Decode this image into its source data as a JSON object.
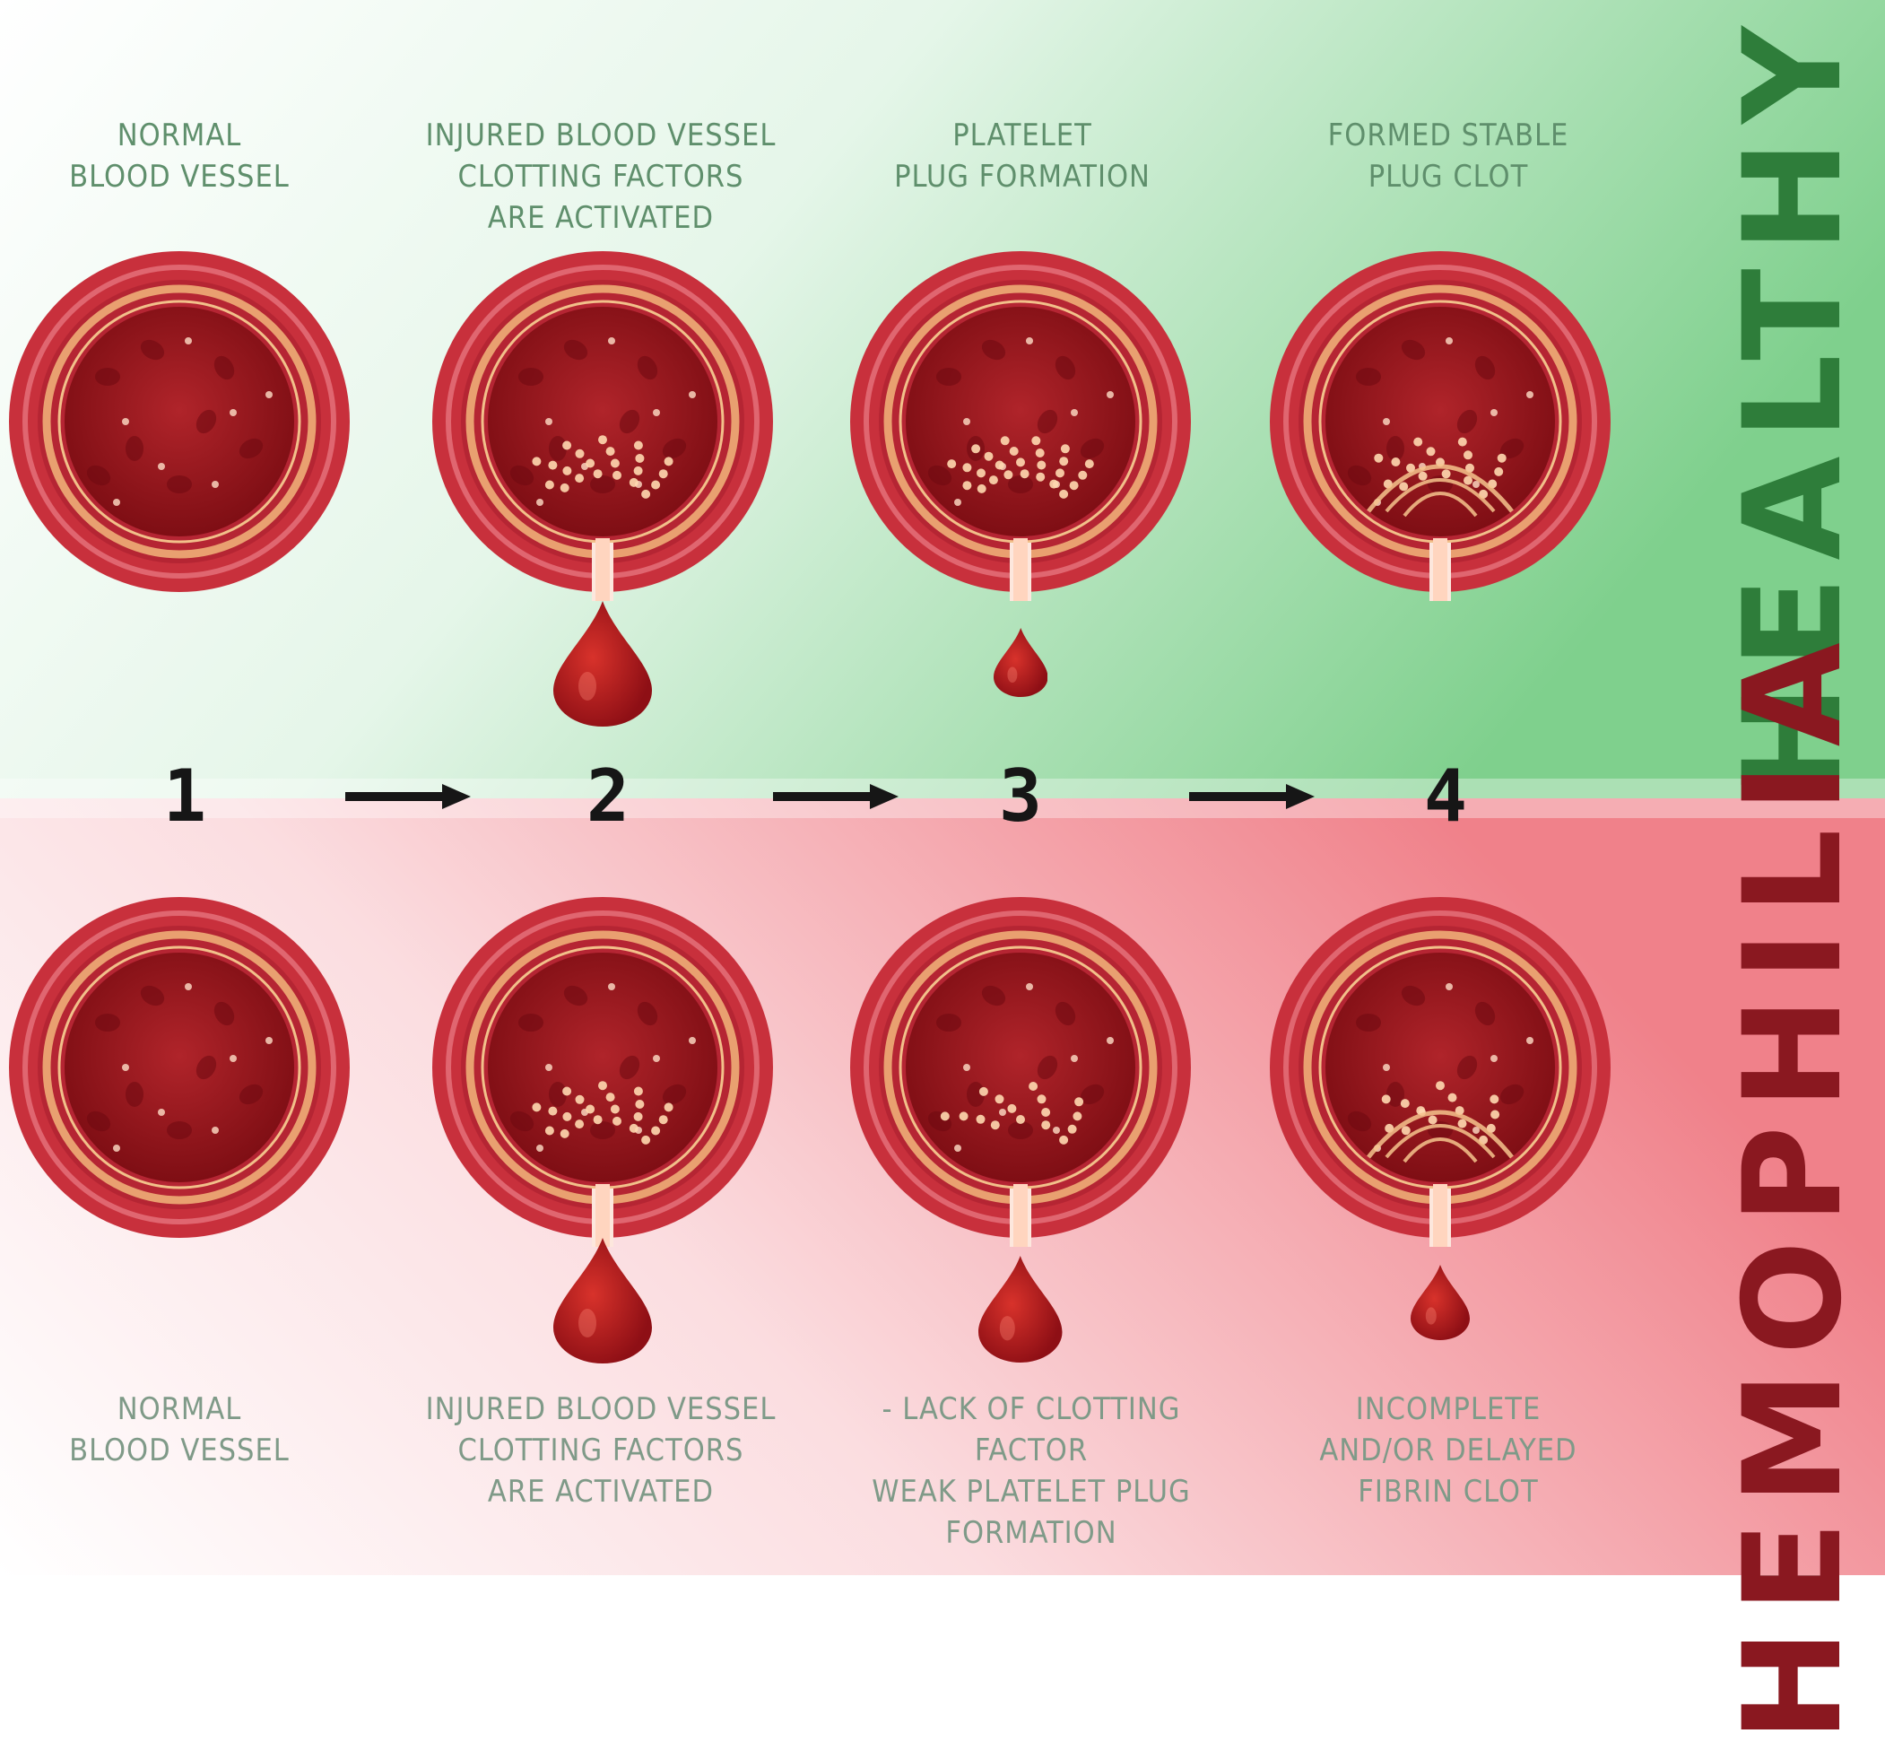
{
  "rows": {
    "healthy": {
      "title": "HEALTHY",
      "title_color": "#2e7d3a",
      "background_color": "#7fd08d",
      "labels": [
        "NORMAL\nBLOOD VESSEL",
        "INJURED BLOOD VESSEL\nCLOTTING FACTORS\nARE ACTIVATED",
        "PLATELET\nPLUG FORMATION",
        "FORMED STABLE\nPLUG CLOT"
      ]
    },
    "hemophilia": {
      "title": "HEMOPHILIA",
      "title_color": "#8a1820",
      "background_color": "#f0818a",
      "labels": [
        "NORMAL\nBLOOD VESSEL",
        "INJURED BLOOD VESSEL\nCLOTTING FACTORS\nARE ACTIVATED",
        "- LACK OF CLOTTING FACTOR\nWEAK PLATELET PLUG\nFORMATION",
        "INCOMPLETE\nAND/OR DELAYED\nFIBRIN CLOT"
      ]
    }
  },
  "steps": [
    "1",
    "2",
    "3",
    "4"
  ],
  "colors": {
    "vessel_wall": "#c8303c",
    "vessel_inner": "#8e0f15",
    "vessel_ring": "#e9a070",
    "blood_drop": "#b0161c",
    "arrow": "#161616"
  }
}
